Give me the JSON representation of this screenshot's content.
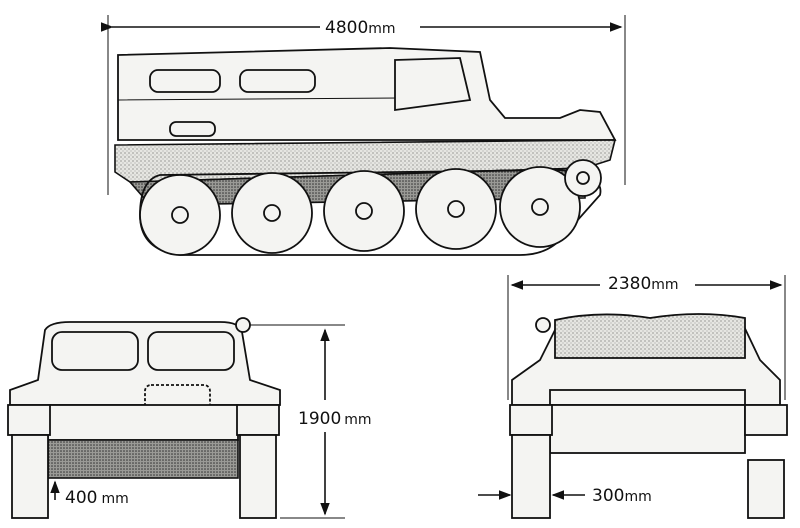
{
  "diagram": {
    "title": "Tracked vehicle dimension drawing",
    "views": [
      "side",
      "front",
      "rear"
    ],
    "dimensions": {
      "length": {
        "value": "4800",
        "unit": "mm"
      },
      "width": {
        "value": "2380",
        "unit": "mm"
      },
      "height": {
        "value": "1900",
        "unit": "mm"
      },
      "ground_clearance": {
        "value": "400",
        "unit": "mm"
      },
      "track_width": {
        "value": "300",
        "unit": "mm"
      }
    }
  }
}
